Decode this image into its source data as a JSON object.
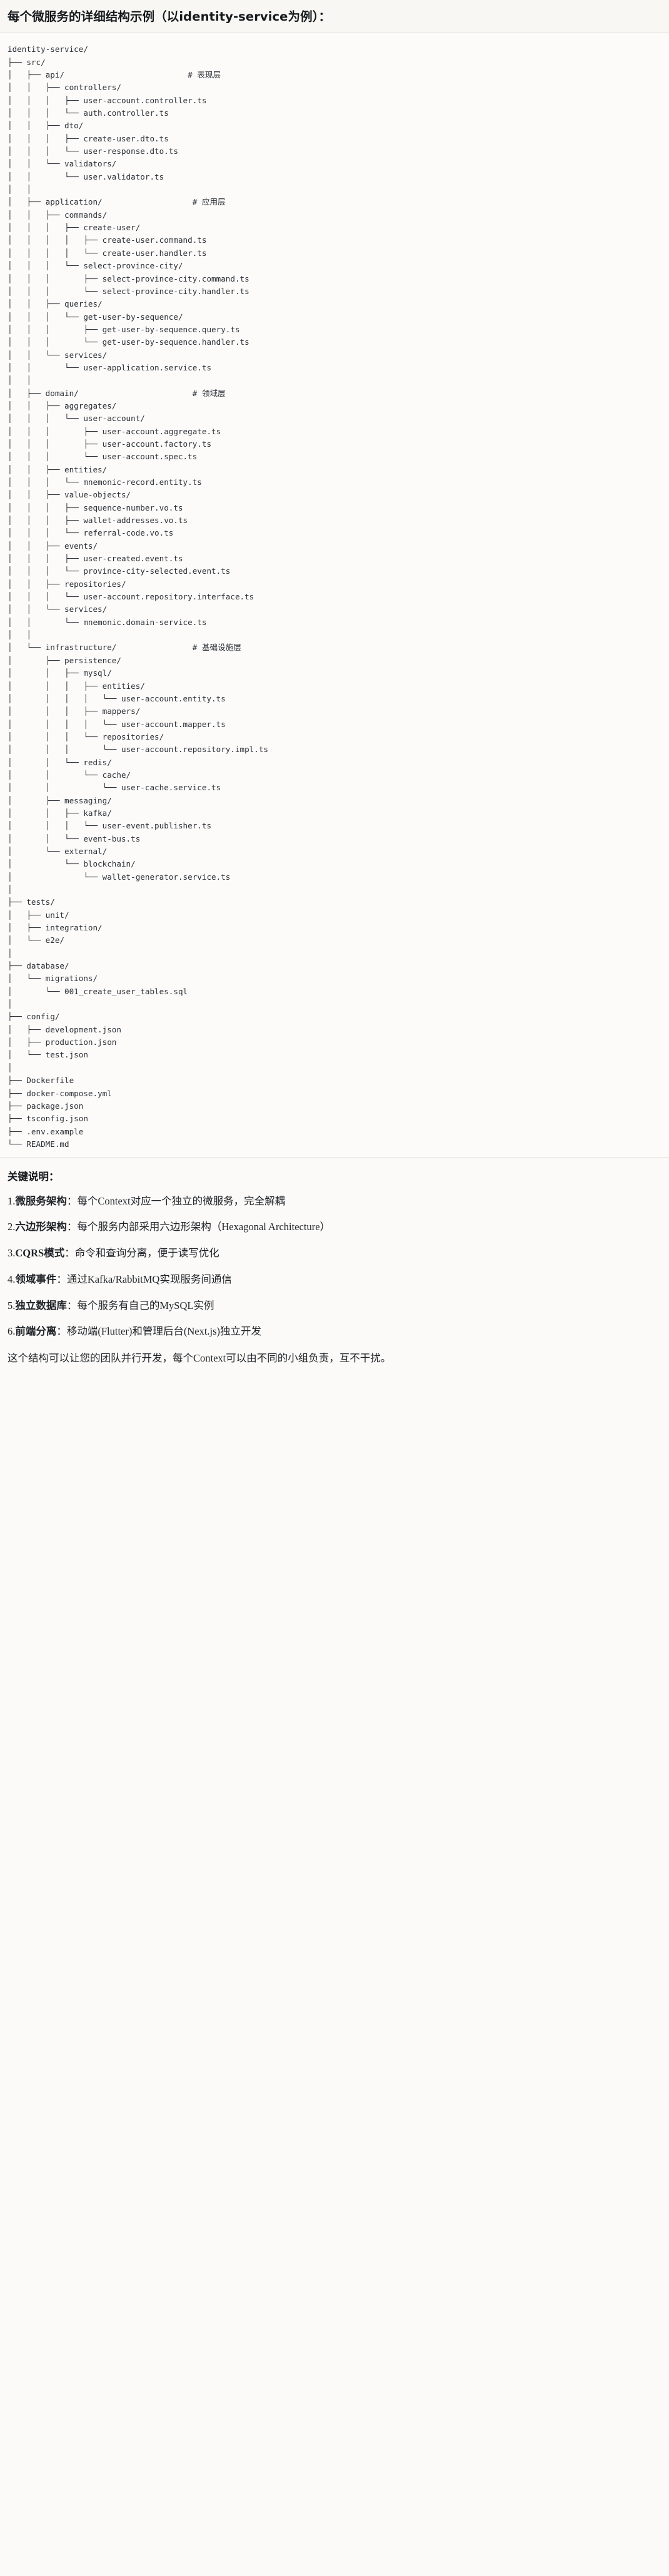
{
  "title": "每个微服务的详细结构示例（以identity-service为例）：",
  "tree": {
    "root": "identity-service/",
    "text": "identity-service/\n├── src/\n│   ├── api/                          # 表现层\n│   │   ├── controllers/\n│   │   │   ├── user-account.controller.ts\n│   │   │   └── auth.controller.ts\n│   │   ├── dto/\n│   │   │   ├── create-user.dto.ts\n│   │   │   └── user-response.dto.ts\n│   │   └── validators/\n│   │       └── user.validator.ts\n│   │\n│   ├── application/                   # 应用层\n│   │   ├── commands/\n│   │   │   ├── create-user/\n│   │   │   │   ├── create-user.command.ts\n│   │   │   │   └── create-user.handler.ts\n│   │   │   └── select-province-city/\n│   │   │       ├── select-province-city.command.ts\n│   │   │       └── select-province-city.handler.ts\n│   │   ├── queries/\n│   │   │   └── get-user-by-sequence/\n│   │   │       ├── get-user-by-sequence.query.ts\n│   │   │       └── get-user-by-sequence.handler.ts\n│   │   └── services/\n│   │       └── user-application.service.ts\n│   │\n│   ├── domain/                        # 领域层\n│   │   ├── aggregates/\n│   │   │   └── user-account/\n│   │   │       ├── user-account.aggregate.ts\n│   │   │       ├── user-account.factory.ts\n│   │   │       └── user-account.spec.ts\n│   │   ├── entities/\n│   │   │   └── mnemonic-record.entity.ts\n│   │   ├── value-objects/\n│   │   │   ├── sequence-number.vo.ts\n│   │   │   ├── wallet-addresses.vo.ts\n│   │   │   └── referral-code.vo.ts\n│   │   ├── events/\n│   │   │   ├── user-created.event.ts\n│   │   │   └── province-city-selected.event.ts\n│   │   ├── repositories/\n│   │   │   └── user-account.repository.interface.ts\n│   │   └── services/\n│   │       └── mnemonic.domain-service.ts\n│   │\n│   └── infrastructure/                # 基础设施层\n│       ├── persistence/\n│       │   ├── mysql/\n│       │   │   ├── entities/\n│       │   │   │   └── user-account.entity.ts\n│       │   │   ├── mappers/\n│       │   │   │   └── user-account.mapper.ts\n│       │   │   └── repositories/\n│       │   │       └── user-account.repository.impl.ts\n│       │   └── redis/\n│       │       └── cache/\n│       │           └── user-cache.service.ts\n│       ├── messaging/\n│       │   ├── kafka/\n│       │   │   └── user-event.publisher.ts\n│       │   └── event-bus.ts\n│       └── external/\n│           └── blockchain/\n│               └── wallet-generator.service.ts\n│\n├── tests/\n│   ├── unit/\n│   ├── integration/\n│   └── e2e/\n│\n├── database/\n│   └── migrations/\n│       └── 001_create_user_tables.sql\n│\n├── config/\n│   ├── development.json\n│   ├── production.json\n│   └── test.json\n│\n├── Dockerfile\n├── docker-compose.yml\n├── package.json\n├── tsconfig.json\n├── .env.example\n└── README.md",
    "layer_comments": [
      {
        "path": "api/",
        "comment": "# 表现层"
      },
      {
        "path": "application/",
        "comment": "# 应用层"
      },
      {
        "path": "domain/",
        "comment": "# 领域层"
      },
      {
        "path": "infrastructure/",
        "comment": "# 基础设施层"
      }
    ]
  },
  "notes": {
    "heading": "关键说明：",
    "items": [
      {
        "num": "1.",
        "term": "微服务架构",
        "sep": "：",
        "desc": "每个Context对应一个独立的微服务，完全解耦"
      },
      {
        "num": "2.",
        "term": "六边形架构",
        "sep": "：",
        "desc": "每个服务内部采用六边形架构（Hexagonal Architecture）"
      },
      {
        "num": "3.",
        "term": "CQRS模式",
        "sep": "：",
        "desc": "命令和查询分离，便于读写优化"
      },
      {
        "num": "4.",
        "term": "领域事件",
        "sep": "：",
        "desc": "通过Kafka/RabbitMQ实现服务间通信"
      },
      {
        "num": "5.",
        "term": "独立数据库",
        "sep": "：",
        "desc": "每个服务有自己的MySQL实例"
      },
      {
        "num": "6.",
        "term": "前端分离",
        "sep": "：",
        "desc": "移动端(Flutter)和管理后台(Next.js)独立开发"
      }
    ],
    "closing": "这个结构可以让您的团队并行开发，每个Context可以由不同的小组负责，互不干扰。"
  }
}
